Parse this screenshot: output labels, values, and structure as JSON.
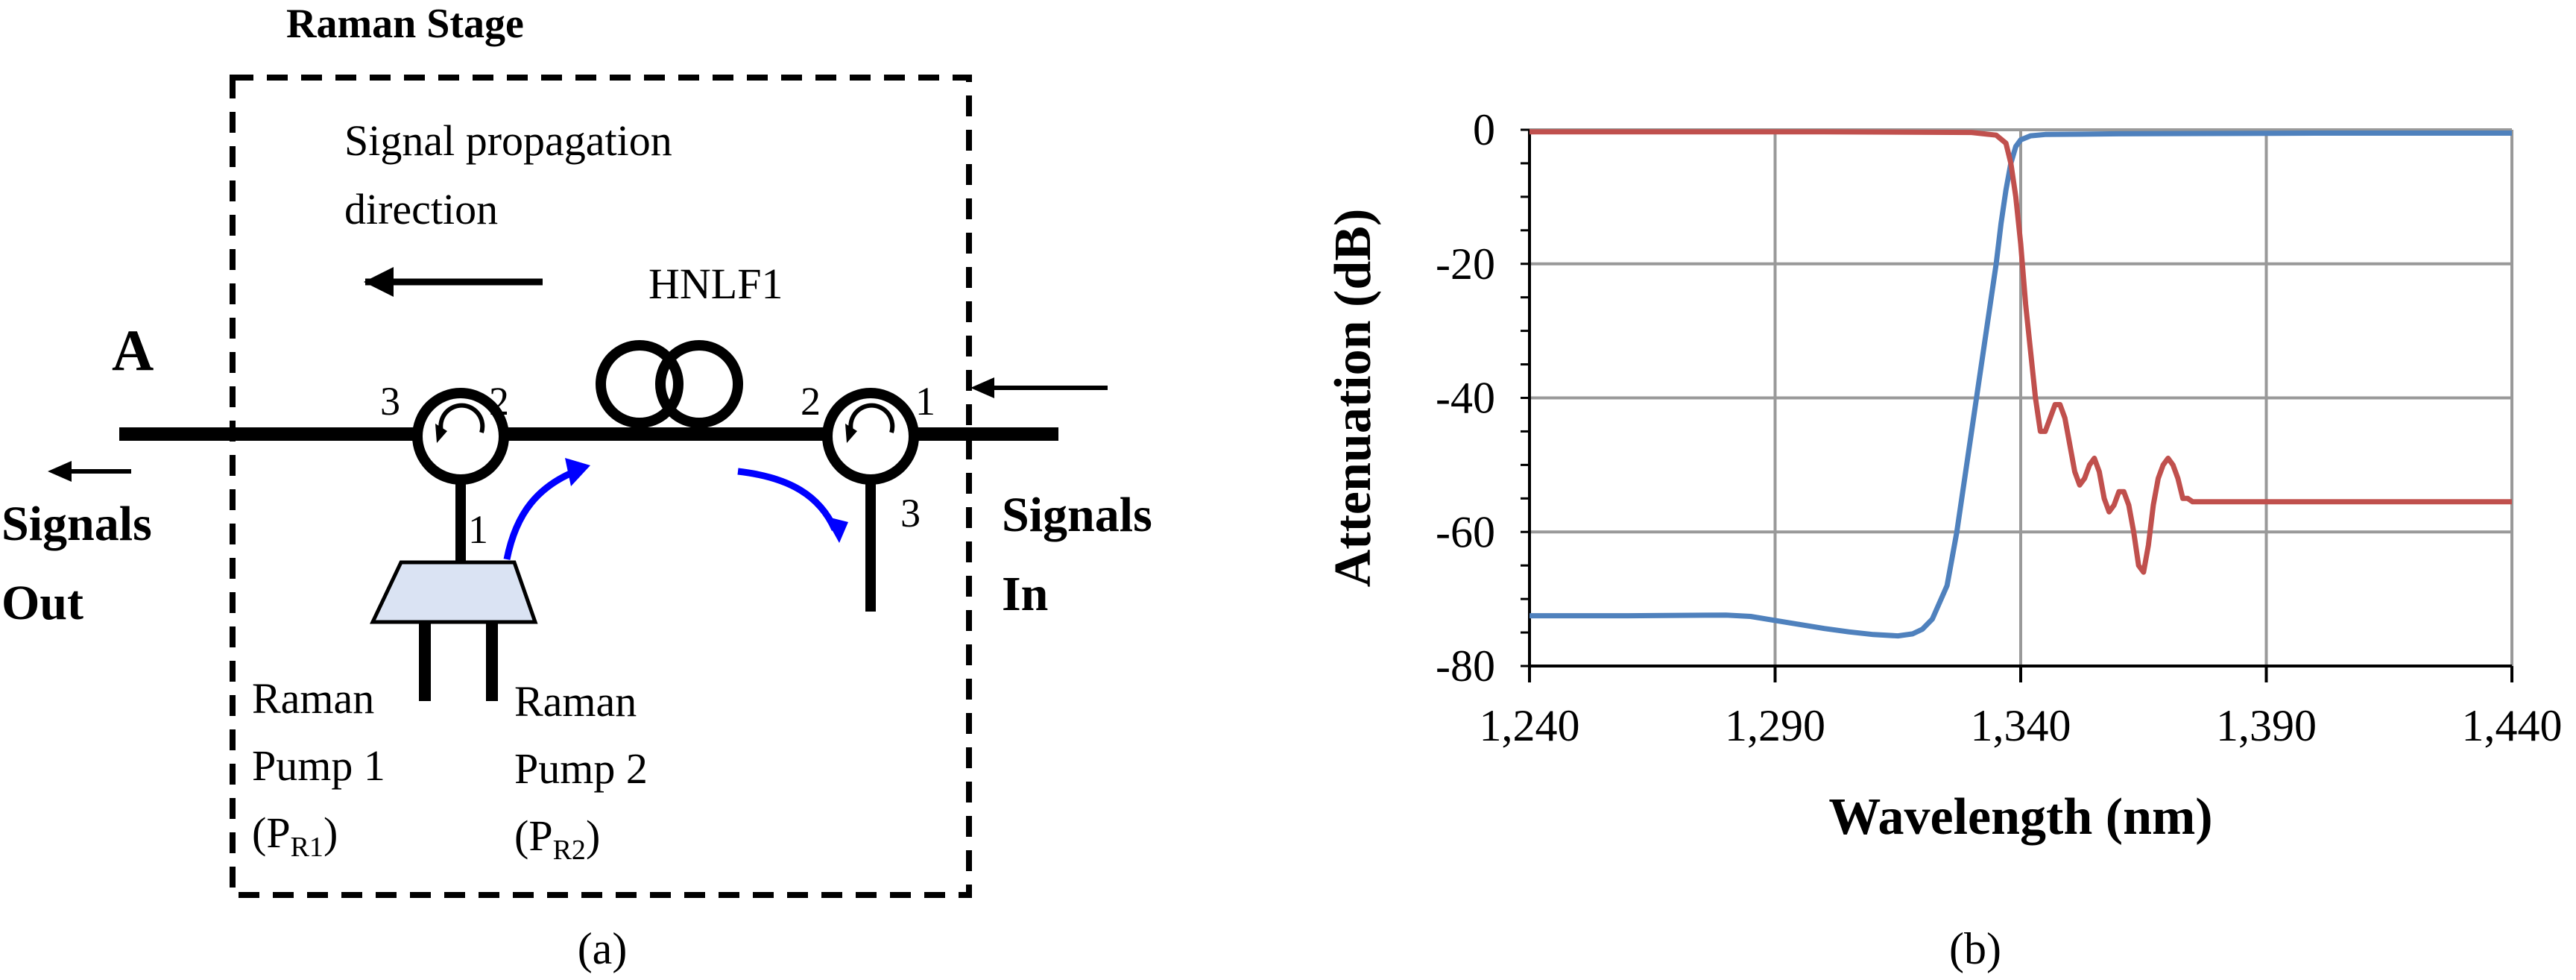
{
  "panel_a": {
    "stage_title": "Raman Stage",
    "propagation_line1": "Signal propagation",
    "propagation_line2": "direction",
    "fiber_label": "HNLF1",
    "node_a_label": "A",
    "signals_out_line1": "Signals",
    "signals_out_line2": "Out",
    "signals_in_line1": "Signals",
    "signals_in_line2": "In",
    "circ_left_port3": "3",
    "circ_left_port2": "2",
    "circ_left_port1": "1",
    "circ_right_port2": "2",
    "circ_right_port1": "1",
    "circ_right_port3": "3",
    "pump1_line1": "Raman",
    "pump1_line2": "Pump 1",
    "pump1_sym_open": "(P",
    "pump1_sub": "R1",
    "pump1_sym_close": ")",
    "pump2_line1": "Raman",
    "pump2_line2": "Pump 2",
    "pump2_sym_open": "(P",
    "pump2_sub": "R2",
    "pump2_sym_close": ")",
    "caption": "(a)",
    "colors": {
      "accent_arrow": "#0000ff",
      "combiner_fill": "#dae3f3"
    }
  },
  "panel_b": {
    "caption": "(b)",
    "chart_data": {
      "type": "line",
      "title": "",
      "xlabel": "Wavelength (nm)",
      "ylabel": "Attenuation (dB)",
      "xlim": [
        1240,
        1440
      ],
      "ylim": [
        -80,
        0
      ],
      "x_ticks": [
        "1,240",
        "1,290",
        "1,340",
        "1,390",
        "1,440"
      ],
      "y_ticks": [
        "0",
        "-20",
        "-40",
        "-60",
        "-80"
      ],
      "grid": true,
      "series": [
        {
          "color": "#4f81bd",
          "x": [
            1240,
            1260,
            1280,
            1285,
            1290,
            1295,
            1300,
            1305,
            1310,
            1315,
            1318,
            1320,
            1322,
            1325,
            1327,
            1329,
            1331,
            1333,
            1335,
            1336,
            1337,
            1338,
            1339,
            1340,
            1342,
            1345,
            1360,
            1400,
            1440
          ],
          "y": [
            -72.5,
            -72.5,
            -72.4,
            -72.6,
            -73.2,
            -73.8,
            -74.4,
            -74.9,
            -75.3,
            -75.5,
            -75.2,
            -74.5,
            -73,
            -68,
            -60,
            -50,
            -40,
            -30,
            -20,
            -14,
            -9,
            -5,
            -2.5,
            -1.5,
            -0.9,
            -0.7,
            -0.6,
            -0.5,
            -0.5
          ]
        },
        {
          "color": "#c0504d",
          "x": [
            1240,
            1300,
            1330,
            1335,
            1337,
            1338,
            1339,
            1340,
            1341,
            1342,
            1343,
            1344,
            1345,
            1346,
            1347,
            1348,
            1349,
            1350,
            1351,
            1352,
            1353,
            1354,
            1355,
            1356,
            1357,
            1358,
            1359,
            1360,
            1361,
            1362,
            1363,
            1364,
            1365,
            1366,
            1367,
            1368,
            1369,
            1370,
            1371,
            1372,
            1373,
            1374,
            1375,
            1400,
            1440
          ],
          "y": [
            -0.3,
            -0.3,
            -0.4,
            -0.8,
            -2,
            -5,
            -10,
            -17,
            -26,
            -33,
            -40,
            -45,
            -45,
            -43,
            -41,
            -41,
            -43,
            -47,
            -51,
            -53,
            -52,
            -50,
            -49,
            -51,
            -55,
            -57,
            -56,
            -54,
            -54,
            -56,
            -60,
            -65,
            -66,
            -62,
            -56,
            -52,
            -50,
            -49,
            -50,
            -52,
            -55,
            -55,
            -55.5,
            -55.5,
            -55.5
          ]
        }
      ]
    }
  }
}
